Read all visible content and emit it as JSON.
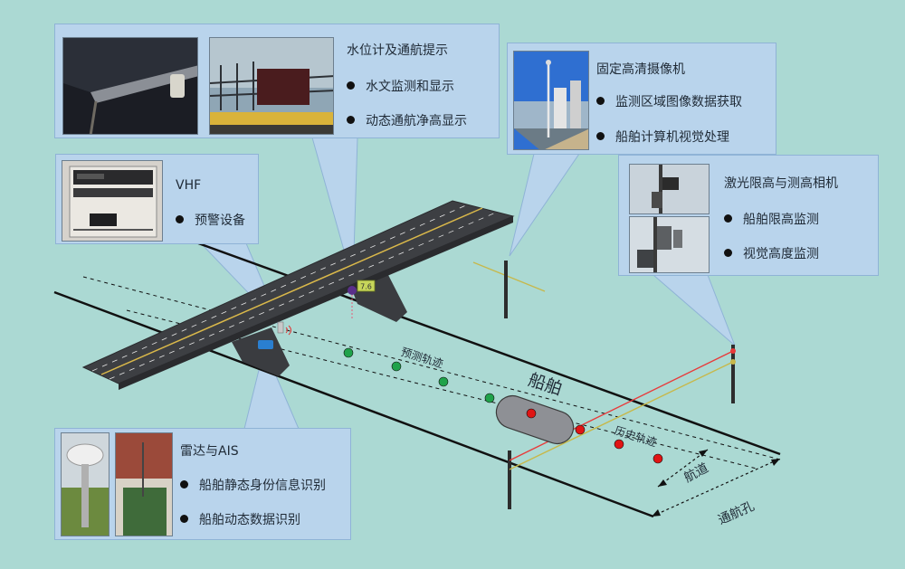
{
  "callouts": {
    "water": {
      "title": "水位计及通航提示",
      "items": [
        "水文监测和显示",
        "动态通航净高显示"
      ],
      "photos": [
        "water-level-sensor-photo",
        "bridge-display-board-photo"
      ]
    },
    "camera": {
      "title": "固定高清摄像机",
      "items": [
        "监测区域图像数据获取",
        "船舶计算机视觉处理"
      ],
      "photos": [
        "riverside-camera-pole-photo"
      ]
    },
    "vhf": {
      "title": "VHF",
      "items": [
        "预警设备"
      ],
      "photos": [
        "vhf-equipment-rack-photo"
      ]
    },
    "laser": {
      "title": "激光限高与测高相机",
      "items": [
        "船舶限高监测",
        "视觉高度监测"
      ],
      "photos": [
        "laser-camera-photo-top",
        "laser-camera-photo-bottom"
      ]
    },
    "radar": {
      "title": "雷达与AIS",
      "items": [
        "船舶静态身份信息识别",
        "船舶动态数据识别"
      ],
      "photos": [
        "radar-dome-photo",
        "ais-equipment-photo"
      ]
    }
  },
  "scene": {
    "predicted_track": "预测轨迹",
    "ship": "船舶",
    "history_track": "历史轨迹",
    "channel": "航道",
    "navigation_span": "通航孔",
    "bridge_sign": "7.6"
  },
  "colors": {
    "background": "#abd9d3",
    "callout": "#b9d4ec",
    "predicted_dot": "#1fa24a",
    "history_dot": "#e01414",
    "laser_line": "#e83a3a",
    "camera_line": "#c7b84a",
    "road": "#3d3f43"
  }
}
